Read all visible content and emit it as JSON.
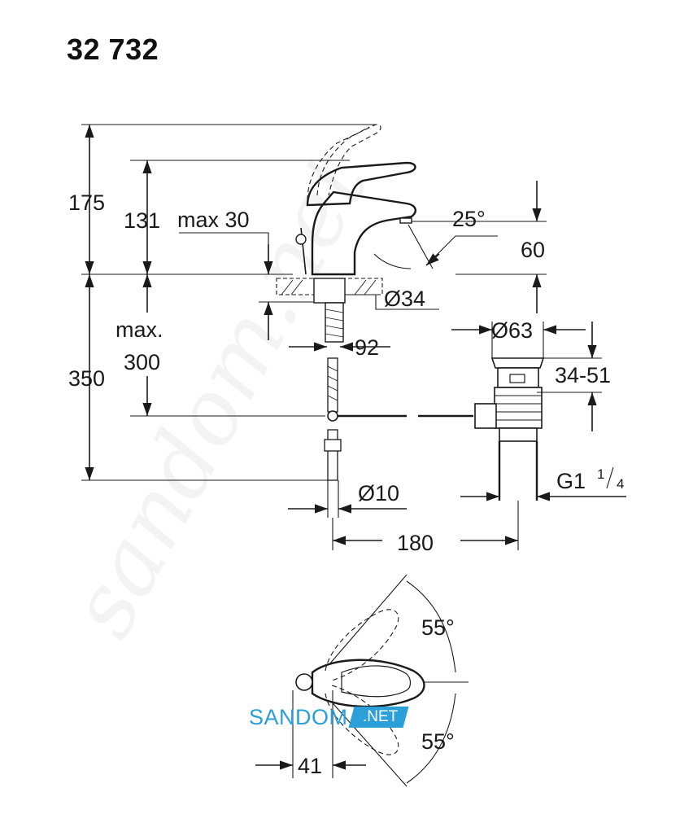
{
  "model_number": "32 732",
  "dimensions": {
    "total_height": "175",
    "spout_height": "131",
    "max_deck": "max 30",
    "spout_angle": "25°",
    "spout_reach_height": "60",
    "hole_diameter": "Ø34",
    "max_below": "max.",
    "max_below_value": "300",
    "below_height": "350",
    "offset": "92",
    "waste_diameter": "Ø63",
    "waste_range": "34-51",
    "hose_diameter": "Ø10",
    "waste_thread_main": "G1",
    "waste_thread_num": "1",
    "waste_thread_den": "4",
    "waste_distance": "180",
    "lever_angle_top": "55°",
    "lever_angle_bottom": "55°",
    "lever_offset": "41"
  },
  "watermark": "sandom.net",
  "logo": {
    "main": "SANDOM",
    "suffix": ".NET"
  },
  "colors": {
    "line": "#1a1a1a",
    "logo": "#2a9fd8"
  }
}
